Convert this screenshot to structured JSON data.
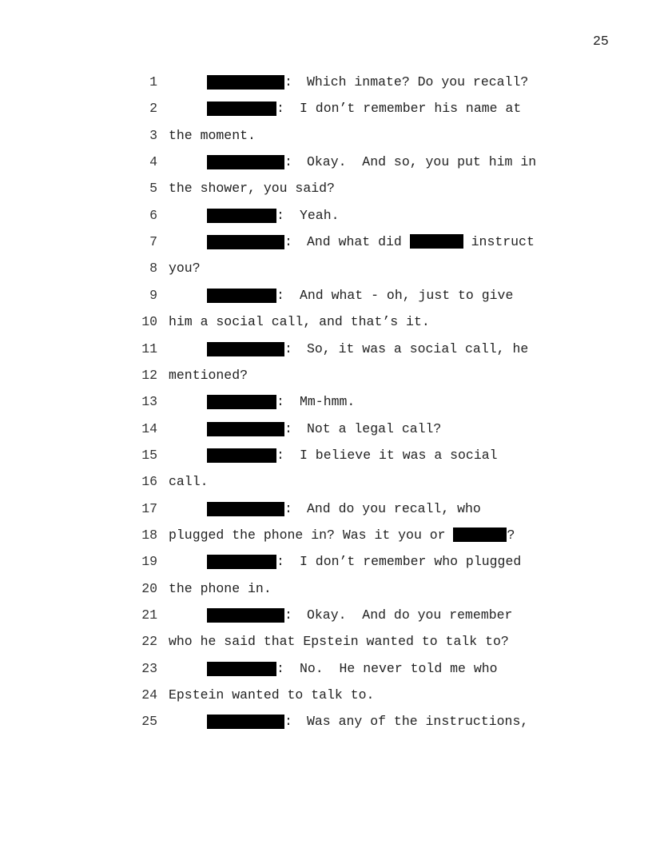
{
  "page_number": "25",
  "colon": ":",
  "lines": [
    {
      "num": "1",
      "text": "Which inmate? Do you recall?"
    },
    {
      "num": "2",
      "text": "I don’t remember his name at"
    },
    {
      "num": "3",
      "text": "the moment."
    },
    {
      "num": "4",
      "text": "Okay.  And so, you put him in"
    },
    {
      "num": "5",
      "text": "the shower, you said?"
    },
    {
      "num": "6",
      "text": "Yeah."
    },
    {
      "num": "7",
      "text_a": "And what did ",
      "text_b": " instruct"
    },
    {
      "num": "8",
      "text": "you?"
    },
    {
      "num": "9",
      "text": "And what - oh, just to give"
    },
    {
      "num": "10",
      "text": "him a social call, and that’s it."
    },
    {
      "num": "11",
      "text": "So, it was a social call, he"
    },
    {
      "num": "12",
      "text": "mentioned?"
    },
    {
      "num": "13",
      "text": "Mm-hmm."
    },
    {
      "num": "14",
      "text": "Not a legal call?"
    },
    {
      "num": "15",
      "text": "I believe it was a social"
    },
    {
      "num": "16",
      "text": "call."
    },
    {
      "num": "17",
      "text": "And do you recall, who"
    },
    {
      "num": "18",
      "text_a": "plugged the phone in? Was it you or ",
      "text_b": "?"
    },
    {
      "num": "19",
      "text": "I don’t remember who plugged"
    },
    {
      "num": "20",
      "text": "the phone in."
    },
    {
      "num": "21",
      "text": "Okay.  And do you remember"
    },
    {
      "num": "22",
      "text": "who he said that Epstein wanted to talk to?"
    },
    {
      "num": "23",
      "text": "No.  He never told me who"
    },
    {
      "num": "24",
      "text": "Epstein wanted to talk to."
    },
    {
      "num": "25",
      "text": "Was any of the instructions,"
    }
  ]
}
